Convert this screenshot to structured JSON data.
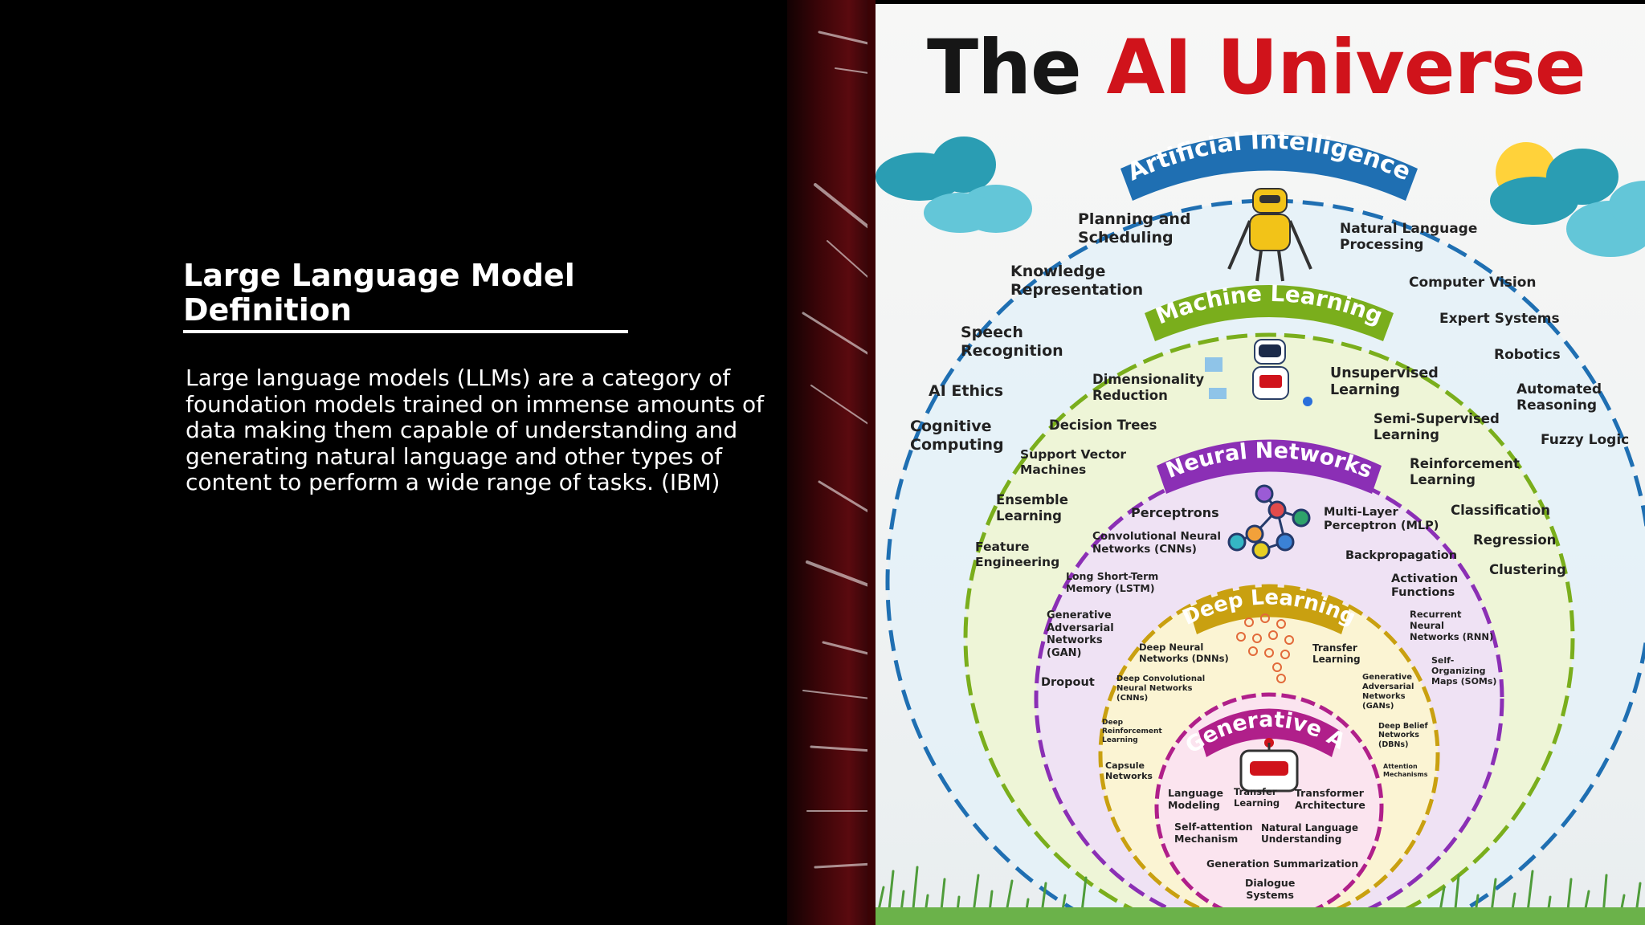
{
  "slide": {
    "title": "Large Language Model Definition",
    "body": "Large language models (LLMs) are a category of foundation models trained on immense amounts of data making them capable of understanding and generating natural language and other types of content to perform a wide range of tasks. (IBM)"
  },
  "infographic": {
    "title_part1": "The",
    "title_part2": "AI Universe",
    "rings": {
      "ai": "Artificial Intelligence",
      "ml": "Machine Learning",
      "nn": "Neural Networks",
      "dl": "Deep Learning",
      "ga": "Generative AI"
    },
    "ai_labels": {
      "planning": "Planning and\nScheduling",
      "nlp": "Natural Language\nProcessing",
      "knowledge": "Knowledge\nRepresentation",
      "vision": "Computer Vision",
      "speech": "Speech\nRecognition",
      "expert": "Expert Systems",
      "ethics": "AI Ethics",
      "robotics": "Robotics",
      "automated": "Automated\nReasoning",
      "cognitive": "Cognitive\nComputing",
      "fuzzy": "Fuzzy Logic"
    },
    "ml_labels": {
      "dimred": "Dimensionality\nReduction",
      "unsup": "Unsupervised\nLearning",
      "trees": "Decision Trees",
      "semisup": "Semi-Supervised\nLearning",
      "svm": "Support Vector\nMachines",
      "reinf": "Reinforcement\nLearning",
      "ensemble": "Ensemble\nLearning",
      "classification": "Classification",
      "regression": "Regression",
      "feature": "Feature\nEngineering",
      "clustering": "Clustering"
    },
    "nn_labels": {
      "perceptrons": "Perceptrons",
      "mlp": "Multi-Layer\nPerceptron (MLP)",
      "cnn": "Convolutional Neural\nNetworks (CNNs)",
      "backprop": "Backpropagation",
      "lstm": "Long Short-Term\nMemory (LSTM)",
      "activation": "Activation\nFunctions",
      "gan": "Generative\nAdversarial\nNetworks\n(GAN)",
      "rnn": "Recurrent\nNeural\nNetworks (RNN)",
      "som": "Self-\nOrganizing\nMaps (SOMs)",
      "dropout": "Dropout"
    },
    "dl_labels": {
      "dnn": "Deep Neural\nNetworks (DNNs)",
      "transfer": "Transfer\nLearning",
      "dcnn": "Deep Convolutional\nNeural Networks\n(CNNs)",
      "gans": "Generative\nAdversarial\nNetworks\n(GANs)",
      "drl": "Deep\nReinforcement\nLearning",
      "dbn": "Deep Belief\nNetworks\n(DBNs)",
      "capsule": "Capsule\nNetworks",
      "attention": "Attention\nMechanisms"
    },
    "ga_labels": {
      "langmod": "Language\nModeling",
      "transfer": "Transfer\nLearning",
      "transformer": "Transformer\nArchitecture",
      "selfatt": "Self-attention\nMechanism",
      "nlu": "Natural Language\nUnderstanding",
      "generation": "Generation",
      "summarization": "Summarization",
      "dialogue": "Dialogue\nSystems"
    },
    "colors": {
      "ai_ring": "#1f6fb2",
      "ml_ring": "#7aae1c",
      "nn_ring": "#8b2fb5",
      "dl_ring": "#c9a010",
      "ga_ring": "#b01f8a",
      "title_red": "#d0131b"
    }
  }
}
